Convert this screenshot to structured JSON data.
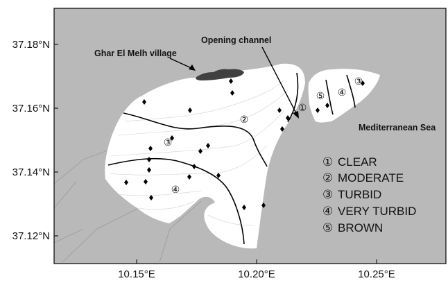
{
  "map": {
    "y_ticks": [
      "37.18°N",
      "37.16°N",
      "37.14°N",
      "37.12°N"
    ],
    "x_ticks": [
      "10.15°E",
      "10.20°E",
      "10.25°E"
    ],
    "labels": {
      "village": "Ghar El Melh village",
      "channel": "Opening channel",
      "sea": "Mediterranean Sea"
    },
    "zone_markers": [
      "①",
      "②",
      "③",
      "④",
      "⑤"
    ],
    "legend": [
      {
        "symbol": "①",
        "label": "CLEAR"
      },
      {
        "symbol": "②",
        "label": "MODERATE"
      },
      {
        "symbol": "③",
        "label": "TURBID"
      },
      {
        "symbol": "④",
        "label": "VERY TURBID"
      },
      {
        "symbol": "⑤",
        "label": "BROWN"
      }
    ],
    "colors": {
      "land": "#b9b9b9",
      "lagoon": "#ffffff",
      "village": "#404040",
      "frame": "#000000"
    }
  }
}
